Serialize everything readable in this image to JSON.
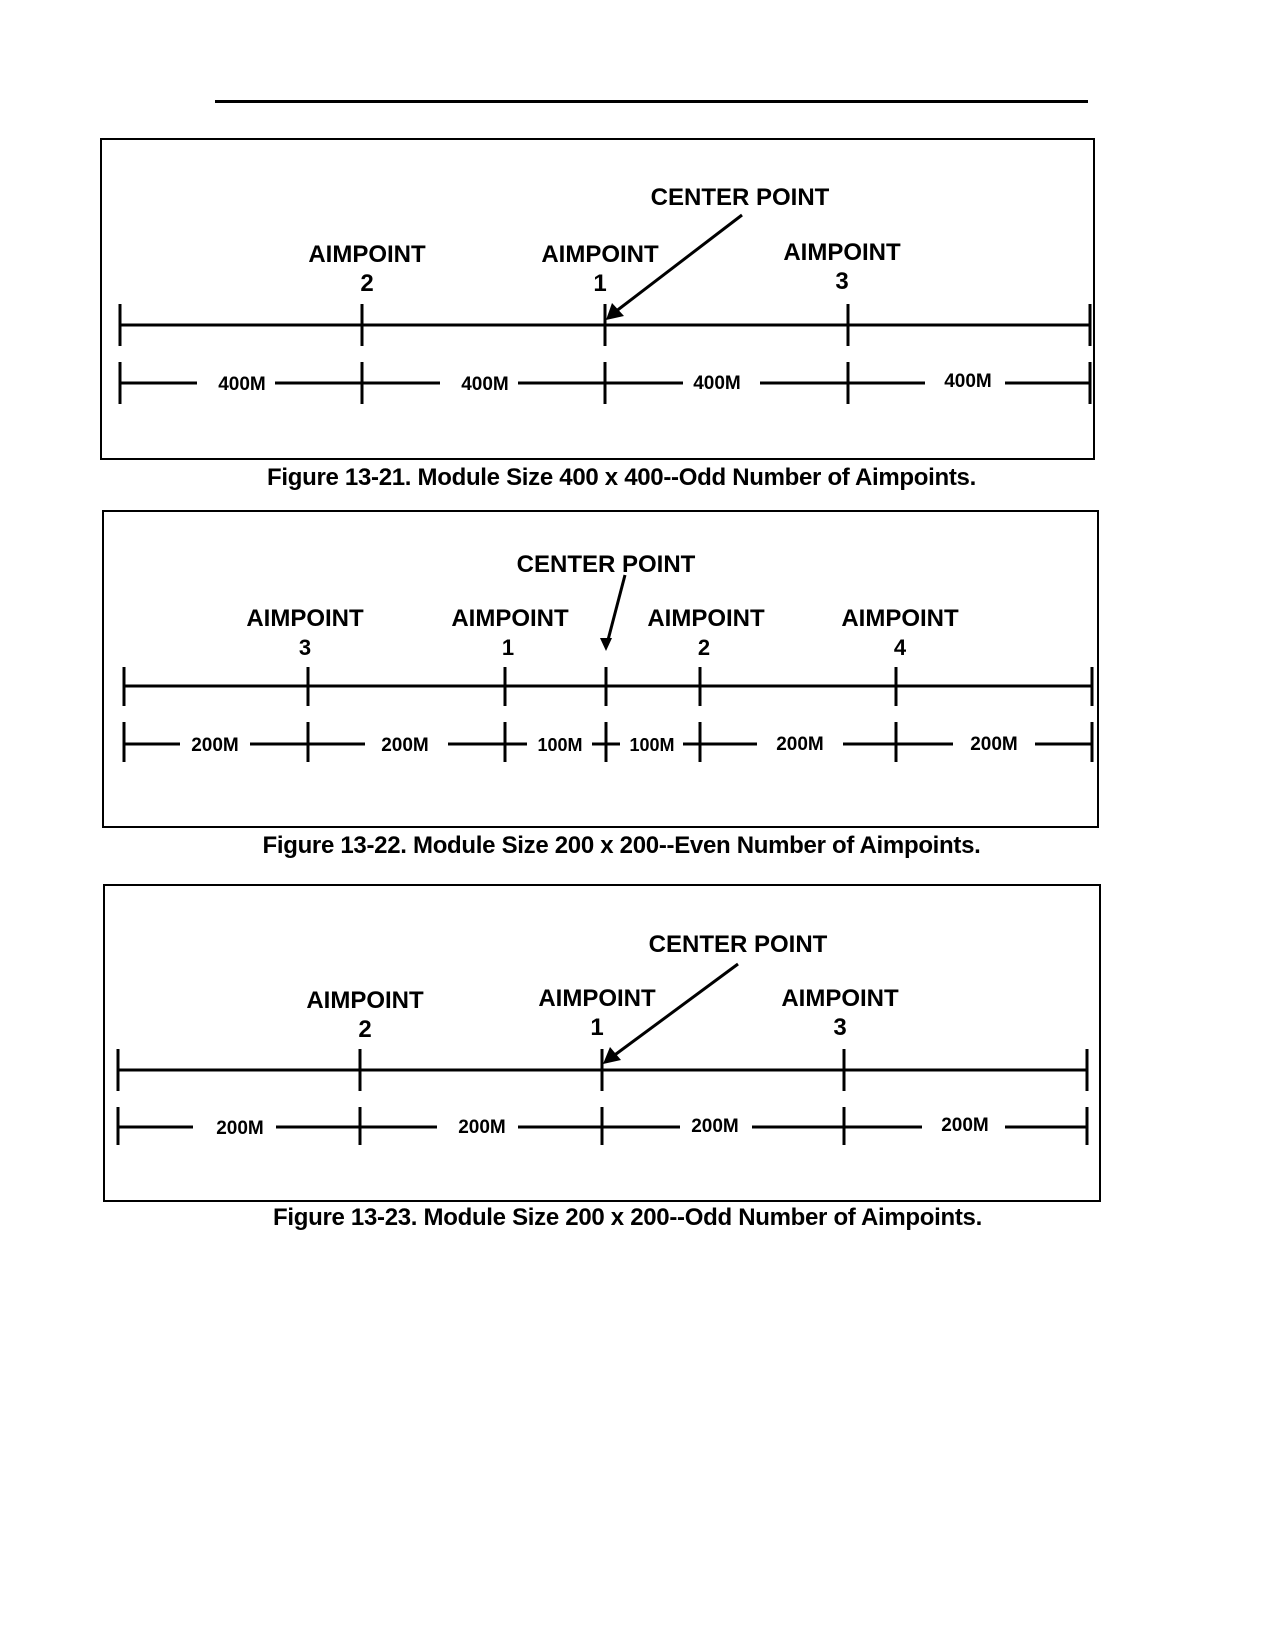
{
  "figures": [
    {
      "caption": "Figure 13-21. Module Size 400 x 400--Odd Number of Aimpoints.",
      "center_label": "CENTER POINT",
      "aimpoints": [
        {
          "label": "AIMPOINT",
          "number": "2"
        },
        {
          "label": "AIMPOINT",
          "number": "1"
        },
        {
          "label": "AIMPOINT",
          "number": "3"
        }
      ],
      "distance_labels": [
        "400M",
        "400M",
        "400M",
        "400M"
      ]
    },
    {
      "caption": "Figure 13-22. Module Size 200 x 200--Even Number of Aimpoints.",
      "center_label": "CENTER POINT",
      "aimpoints": [
        {
          "label": "AIMPOINT",
          "number": "3"
        },
        {
          "label": "AIMPOINT",
          "number": "1"
        },
        {
          "label": "AIMPOINT",
          "number": "2"
        },
        {
          "label": "AIMPOINT",
          "number": "4"
        }
      ],
      "distance_labels": [
        "200M",
        "200M",
        "100M",
        "100M",
        "200M",
        "200M"
      ]
    },
    {
      "caption": "Figure 13-23. Module Size 200 x 200--Odd Number of Aimpoints.",
      "center_label": "CENTER POINT",
      "aimpoints": [
        {
          "label": "AIMPOINT",
          "number": "2"
        },
        {
          "label": "AIMPOINT",
          "number": "1"
        },
        {
          "label": "AIMPOINT",
          "number": "3"
        }
      ],
      "distance_labels": [
        "200M",
        "200M",
        "200M",
        "200M"
      ]
    }
  ]
}
